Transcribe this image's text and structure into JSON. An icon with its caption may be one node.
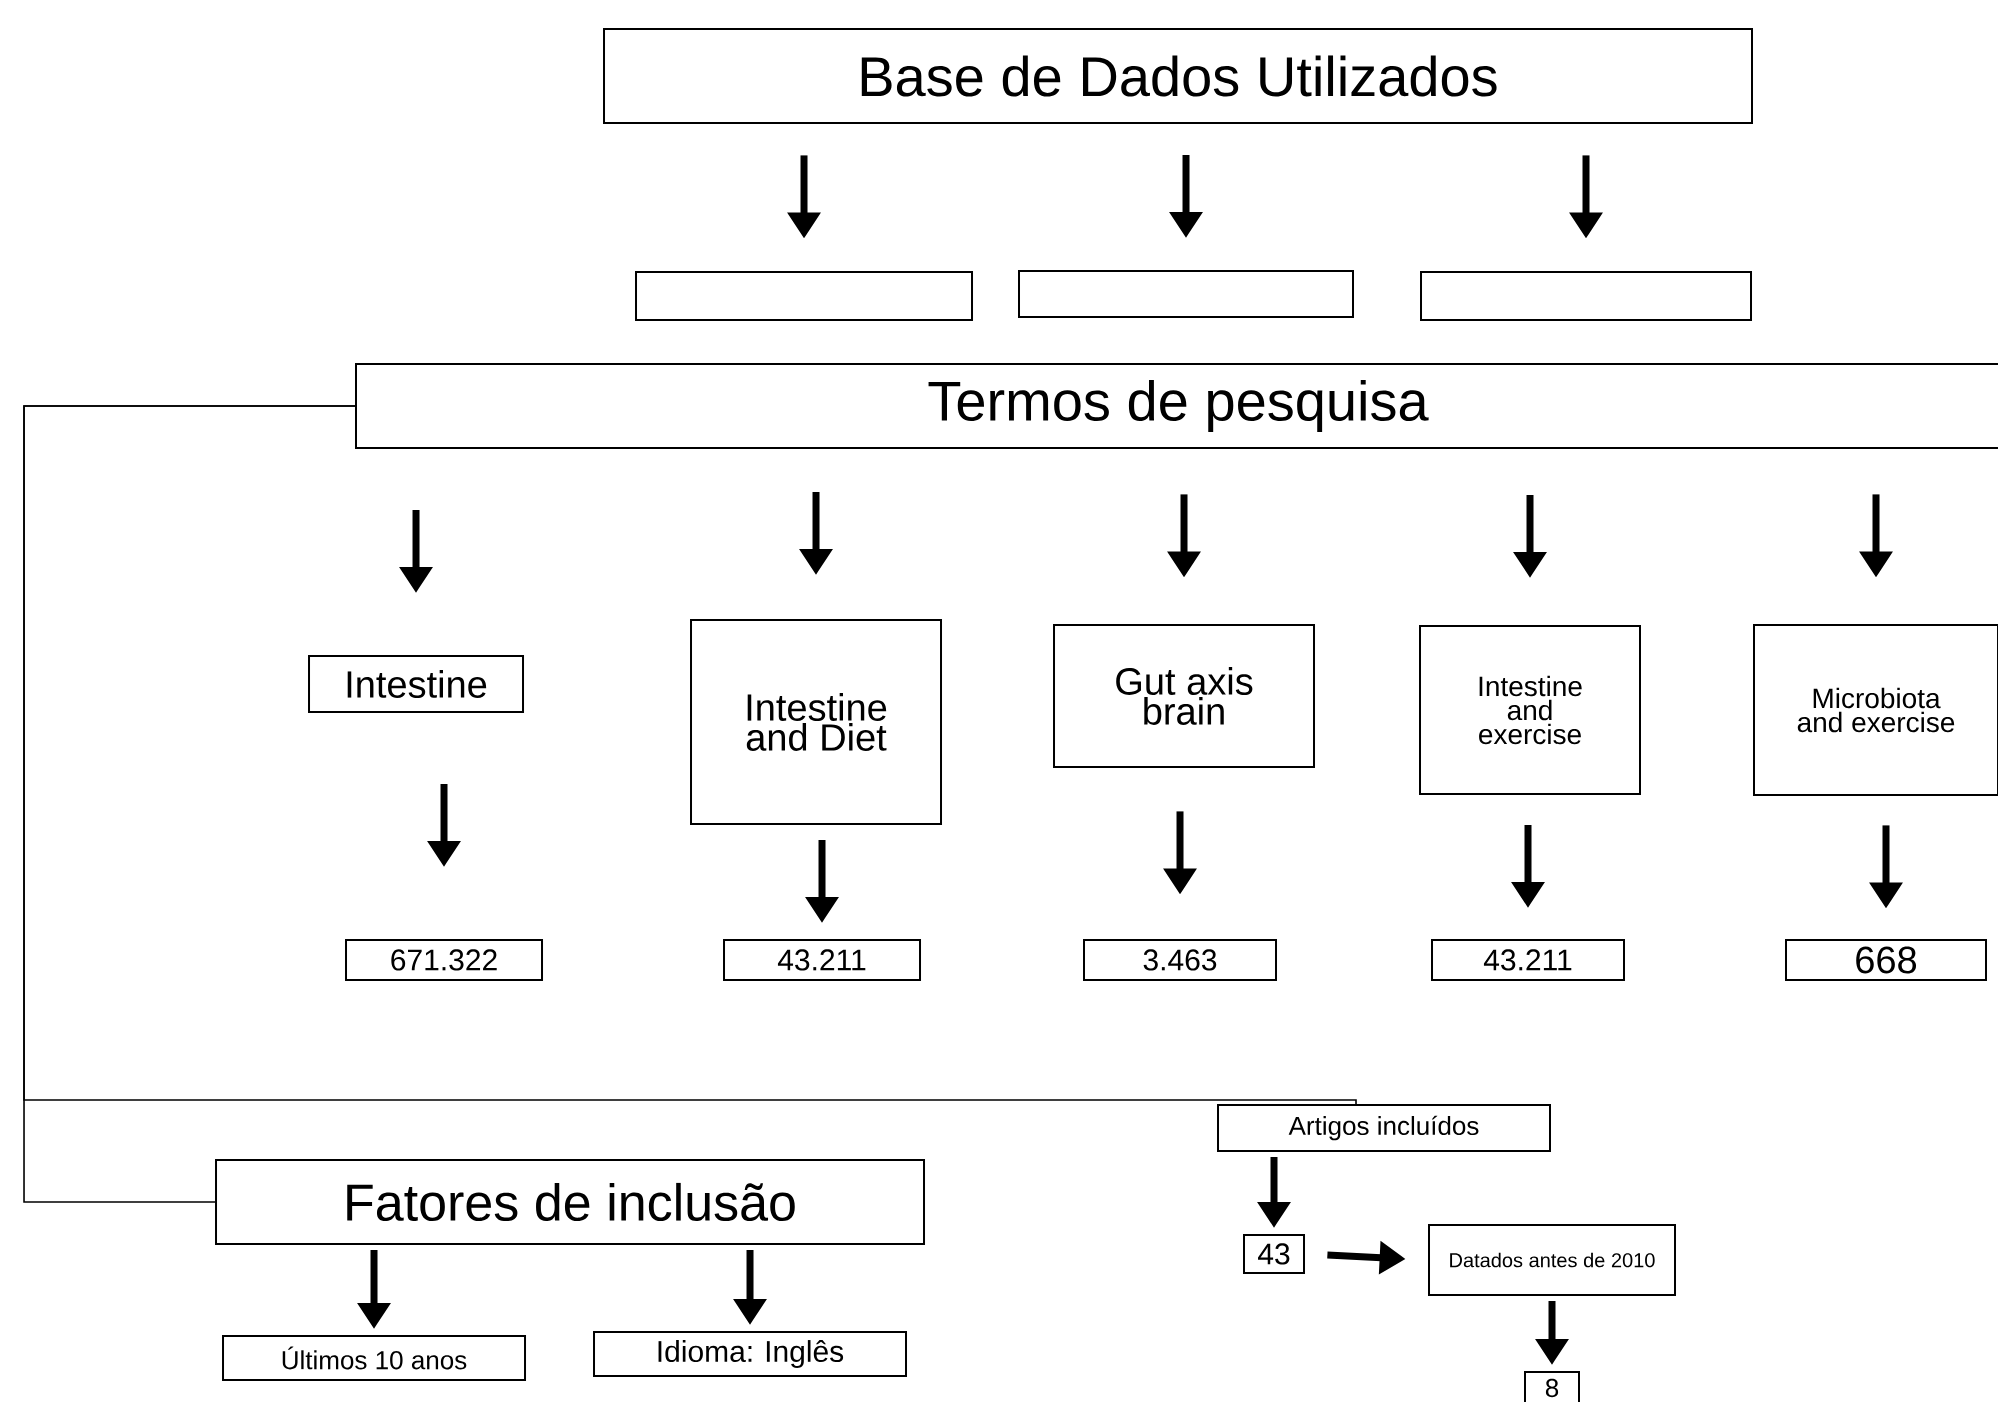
{
  "diagram": {
    "nodes": [
      {
        "text": [
          "Base de Dados Utilizados"
        ]
      },
      {
        "text": [],
        "shape": "box"
      },
      {
        "text": [],
        "shape": "box"
      },
      {
        "text": [],
        "shape": "box"
      },
      {
        "text": [
          "Termos de pesquisa"
        ]
      },
      {
        "text": [
          "Intestine"
        ]
      },
      {
        "text": [
          "Intestine and Diet"
        ]
      },
      {
        "text": [
          "Gut axis brain"
        ]
      },
      {
        "text": [
          "Intestine and exercise"
        ]
      },
      {
        "text": [
          "Microbiota and exercise"
        ]
      },
      {
        "text": [
          "671.322"
        ]
      },
      {
        "text": [
          "43.211"
        ]
      },
      {
        "text": [
          "3.463"
        ]
      },
      {
        "text": [
          "43.211"
        ]
      },
      {
        "text": [
          "668"
        ]
      },
      {
        "text": [
          "Fatores de inclusão"
        ]
      },
      {
        "text": [
          "Últimos 10 anos"
        ]
      },
      {
        "text": [
          "Idioma: Inglês"
        ]
      },
      {
        "text": [
          "Artigos incluídos"
        ]
      },
      {
        "text": [
          "43"
        ]
      },
      {
        "text": [
          "Datados antes de 2010"
        ]
      },
      {
        "text": [
          "8"
        ]
      }
    ],
    "edges": [
      {
        "from": 0,
        "to": 1,
        "arrow": "to"
      },
      {
        "from": 0,
        "to": 2,
        "arrow": "to"
      },
      {
        "from": 0,
        "to": 3,
        "arrow": "to"
      },
      {
        "from": 4,
        "to": 5,
        "arrow": "to"
      },
      {
        "from": 4,
        "to": 6,
        "arrow": "to"
      },
      {
        "from": 4,
        "to": 7,
        "arrow": "to"
      },
      {
        "from": 4,
        "to": 8,
        "arrow": "to"
      },
      {
        "from": 4,
        "to": 9,
        "arrow": "to"
      },
      {
        "from": 5,
        "to": 10,
        "arrow": "to"
      },
      {
        "from": 6,
        "to": 11,
        "arrow": "to"
      },
      {
        "from": 7,
        "to": 12,
        "arrow": "to"
      },
      {
        "from": 8,
        "to": 13,
        "arrow": "to"
      },
      {
        "from": 9,
        "to": 14,
        "arrow": "to"
      },
      {
        "from": 4,
        "to": 15,
        "arrow": "none"
      },
      {
        "from": 4,
        "to": 18,
        "arrow": "none"
      },
      {
        "from": 15,
        "to": 16,
        "arrow": "to"
      },
      {
        "from": 15,
        "to": 17,
        "arrow": "to"
      },
      {
        "from": 18,
        "to": 19,
        "arrow": "to"
      },
      {
        "from": 19,
        "to": 20,
        "arrow": "to"
      },
      {
        "from": 20,
        "to": 21,
        "arrow": "to"
      }
    ]
  }
}
